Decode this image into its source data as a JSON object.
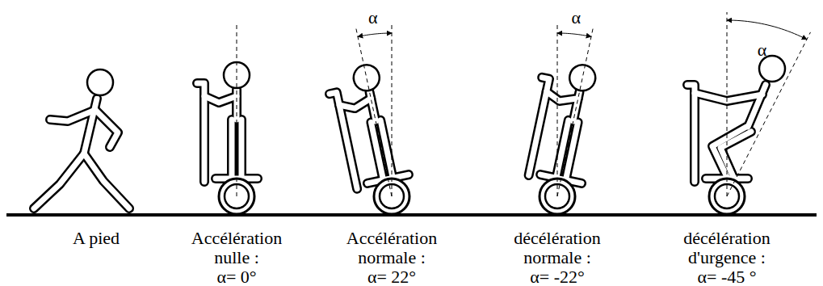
{
  "diagram": {
    "labels": [
      "α",
      "α",
      "α",
      "A pied",
      "Accélération nulle : α= 0°",
      "Accélération normale : α= 22°",
      "décélération normale : α= -22°",
      "décélération d'urgence : α= -45 °"
    ]
  }
}
